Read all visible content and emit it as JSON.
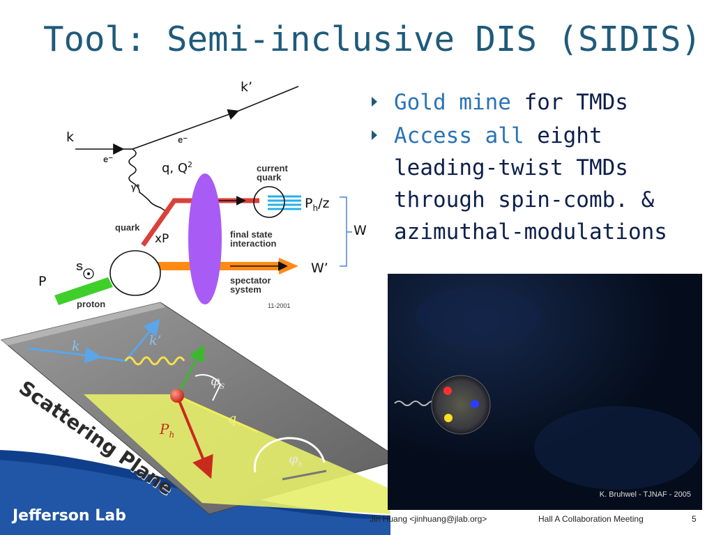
{
  "slide": {
    "title": "Tool: Semi-inclusive DIS (SIDIS)",
    "bullets": [
      {
        "highlight": "Gold mine",
        "rest": " for TMDs"
      },
      {
        "highlight": "Access all",
        "rest": " eight leading-twist TMDs through spin-comb. & azimuthal-modulations"
      }
    ]
  },
  "diagram": {
    "k_prime": "k’",
    "k": "k",
    "electron_top": "e⁻",
    "electron_left": "e⁻",
    "q_label": "q, Q",
    "q_sup": "2",
    "gamma_star": "γ*",
    "current_quark": "current quark",
    "ph_label": "P",
    "ph_sub": "h",
    "ph_z": "/z",
    "w_label": "W",
    "quark": "quark",
    "xp": "xP",
    "final_state_interaction": "final state interaction",
    "w_prime": "W’",
    "spectator_system": "spectator system",
    "s_label": "S",
    "p_label": "P",
    "proton": "proton",
    "date": "11-2001"
  },
  "scattering": {
    "plane_label": "Scattering Plane",
    "k_vec": "k",
    "kp_vec": "k’",
    "q_vec": "q",
    "ph_vec": "P",
    "ph_sub": "h",
    "phi_s": "φ",
    "phi_s_sub": "S",
    "phi_h": "φ",
    "phi_h_sub": "h"
  },
  "image": {
    "credit": "K. Bruhwel - TJNAF - 2005"
  },
  "footer": {
    "logo": "Jefferson Lab",
    "author": "Jin Huang <jinhuang@jlab.org>",
    "meeting": "Hall A Collaboration Meeting",
    "page": "5"
  },
  "colors": {
    "title": "#1f5a7a",
    "highlight": "#2a73b5",
    "body_text": "#0d1f4a",
    "quark_line": "#d9413a",
    "spectator": "#ff8a14",
    "proton_beam": "#3ecf2a",
    "fsi_ellipse": "#a85cf5",
    "plane_yellow": "#e6ee6a"
  }
}
